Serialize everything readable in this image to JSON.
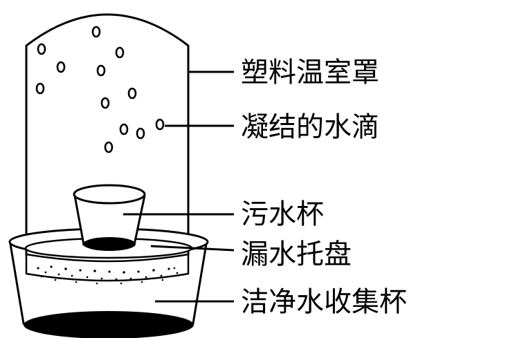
{
  "labels": {
    "dome": "塑料温室罩",
    "droplets": "凝结的水滴",
    "dirty_cup": "污水杯",
    "tray": "漏水托盘",
    "clean_cup": "洁净水收集杯"
  },
  "colors": {
    "ink": "#000000",
    "paper": "#ffffff"
  }
}
